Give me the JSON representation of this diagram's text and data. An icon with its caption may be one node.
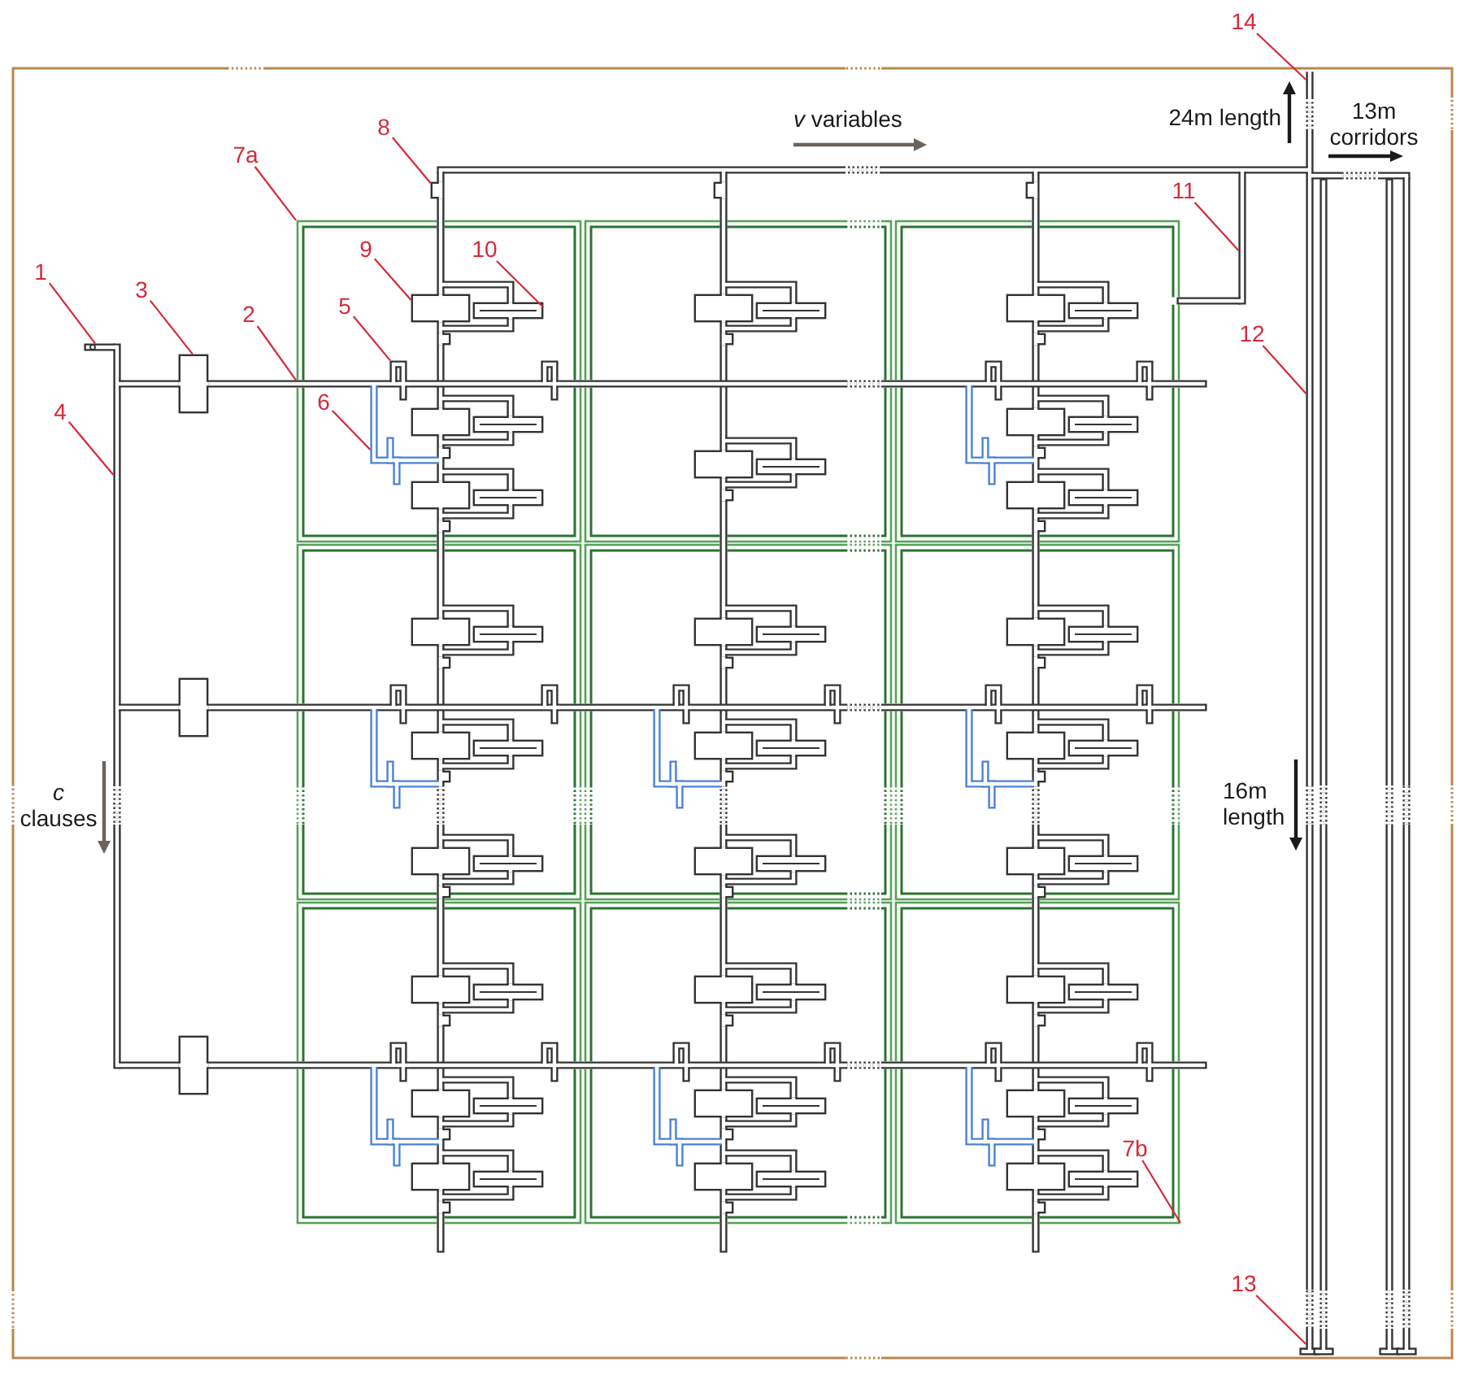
{
  "diagram": {
    "nodes": [
      {
        "text": [
          "14"
        ]
      },
      {
        "text": [],
        "shape": "bar"
      },
      {
        "text": [
          "8"
        ]
      },
      {
        "text": [
          "7a"
        ]
      },
      {
        "text": [],
        "shape": "bar"
      },
      {
        "text": [],
        "shape": "bar"
      },
      {
        "text": [],
        "shape": "bar"
      },
      {
        "text": [],
        "shape": "bar"
      },
      {
        "text": [],
        "shape": "bar"
      },
      {
        "text": [],
        "shape": "bar"
      },
      {
        "text": [],
        "shape": "bar"
      },
      {
        "text": [],
        "shape": "bar"
      },
      {
        "text": [],
        "shape": "bar"
      },
      {
        "text": [
          "11"
        ]
      },
      {
        "text": [],
        "shape": "box"
      },
      {
        "text": [],
        "shape": "box"
      },
      {
        "text": [],
        "shape": "box"
      },
      {
        "text": [
          "9"
        ],
        "in": 14
      },
      {
        "text": [
          "10"
        ],
        "in": 14
      },
      {
        "text": [],
        "shape": "picture",
        "in": 14
      },
      {
        "text": [],
        "shape": "picture",
        "in": 15
      },
      {
        "text": [],
        "shape": "picture",
        "in": 16
      },
      {
        "text": [
          "1"
        ]
      },
      {
        "text": [],
        "shape": "bar"
      },
      {
        "text": [
          "3"
        ]
      },
      {
        "text": [
          "5"
        ],
        "in": 14
      },
      {
        "text": [
          "2"
        ]
      },
      {
        "text": [
          "12"
        ]
      },
      {
        "text": [],
        "shape": "bar"
      },
      {
        "text": [],
        "shape": "bar"
      },
      {
        "text": [],
        "shape": "box"
      },
      {
        "text": [],
        "shape": "picture",
        "in": 14
      },
      {
        "text": [],
        "shape": "picture",
        "in": 14
      },
      {
        "text": [],
        "shape": "picture",
        "in": 16
      },
      {
        "text": [],
        "shape": "picture",
        "in": 16
      },
      {
        "text": [],
        "shape": "bar"
      },
      {
        "text": [],
        "shape": "picture",
        "in": 14
      },
      {
        "text": [],
        "shape": "picture",
        "in": 14
      },
      {
        "text": [
          "6"
        ],
        "in": 14
      },
      {
        "text": [
          "4"
        ]
      },
      {
        "text": [],
        "shape": "picture",
        "in": 16
      },
      {
        "text": [],
        "shape": "picture",
        "in": 16
      },
      {
        "text": [],
        "shape": "picture",
        "in": 15
      },
      {
        "text": [],
        "shape": "picture",
        "in": 14
      },
      {
        "text": [],
        "shape": "picture",
        "in": 16
      },
      {
        "text": [],
        "shape": "box"
      },
      {
        "text": [],
        "shape": "box"
      },
      {
        "text": [],
        "shape": "box"
      },
      {
        "text": [],
        "shape": "picture",
        "in": 45
      },
      {
        "text": [],
        "shape": "picture",
        "in": 46
      },
      {
        "text": [],
        "shape": "picture",
        "in": 47
      },
      {
        "text": [],
        "shape": "box"
      },
      {
        "text": [],
        "shape": "picture",
        "in": 45
      },
      {
        "text": [],
        "shape": "picture",
        "in": 45
      },
      {
        "text": [],
        "shape": "picture",
        "in": 46
      },
      {
        "text": [],
        "shape": "picture",
        "in": 46
      },
      {
        "text": [],
        "shape": "picture",
        "in": 47
      },
      {
        "text": [],
        "shape": "picture",
        "in": 47
      },
      {
        "text": [],
        "shape": "bar"
      },
      {
        "text": [],
        "shape": "picture",
        "in": 45
      },
      {
        "text": [],
        "shape": "picture",
        "in": 46
      },
      {
        "text": [],
        "shape": "picture",
        "in": 47
      },
      {
        "text": [],
        "shape": "picture",
        "in": 45
      },
      {
        "text": [],
        "shape": "picture",
        "in": 46
      },
      {
        "text": [],
        "shape": "picture",
        "in": 47
      },
      {
        "text": [],
        "shape": "picture",
        "in": 45
      },
      {
        "text": [],
        "shape": "picture",
        "in": 46
      },
      {
        "text": [],
        "shape": "picture",
        "in": 47
      },
      {
        "text": [],
        "shape": "box"
      },
      {
        "text": [],
        "shape": "box"
      },
      {
        "text": [],
        "shape": "box"
      },
      {
        "text": [],
        "shape": "picture",
        "in": 68
      },
      {
        "text": [],
        "shape": "picture",
        "in": 69
      },
      {
        "text": [],
        "shape": "picture",
        "in": 70
      },
      {
        "text": [],
        "shape": "box"
      },
      {
        "text": [],
        "shape": "picture",
        "in": 68
      },
      {
        "text": [],
        "shape": "picture",
        "in": 68
      },
      {
        "text": [],
        "shape": "picture",
        "in": 69
      },
      {
        "text": [],
        "shape": "picture",
        "in": 69
      },
      {
        "text": [],
        "shape": "picture",
        "in": 70
      },
      {
        "text": [],
        "shape": "picture",
        "in": 70
      },
      {
        "text": [],
        "shape": "bar"
      },
      {
        "text": [],
        "shape": "picture",
        "in": 68
      },
      {
        "text": [],
        "shape": "picture",
        "in": 69
      },
      {
        "text": [],
        "shape": "picture",
        "in": 70
      },
      {
        "text": [],
        "shape": "picture",
        "in": 68
      },
      {
        "text": [],
        "shape": "picture",
        "in": 69
      },
      {
        "text": [],
        "shape": "picture",
        "in": 70
      },
      {
        "text": [
          "7b"
        ],
        "in": 70
      },
      {
        "text": [],
        "shape": "picture",
        "in": 68
      },
      {
        "text": [],
        "shape": "picture",
        "in": 69
      },
      {
        "text": [],
        "shape": "picture",
        "in": 70
      },
      {
        "text": [
          "13"
        ]
      }
    ],
    "edges": [
      {
        "from": 0,
        "to": 1,
        "arrow": "none"
      },
      {
        "from": 2,
        "to": 5,
        "arrow": "none"
      },
      {
        "from": 3,
        "to": 14,
        "arrow": "none"
      },
      {
        "from": 13,
        "to": 8,
        "arrow": "none"
      },
      {
        "from": 17,
        "to": 19,
        "arrow": "none"
      },
      {
        "from": 18,
        "to": 19,
        "arrow": "none"
      },
      {
        "from": 22,
        "to": 29,
        "arrow": "none"
      },
      {
        "from": 24,
        "to": 30,
        "arrow": "none"
      },
      {
        "from": 25,
        "to": 31,
        "arrow": "none"
      },
      {
        "from": 26,
        "to": 35,
        "arrow": "none"
      },
      {
        "from": 27,
        "to": 1,
        "arrow": "none"
      },
      {
        "from": 38,
        "to": 37,
        "arrow": "none"
      },
      {
        "from": 39,
        "to": 28,
        "arrow": "none"
      },
      {
        "from": 88,
        "to": 70,
        "arrow": "none"
      },
      {
        "from": 92,
        "to": 1,
        "arrow": "none"
      }
    ],
    "labels": [
      "*v* variables",
      "24m length",
      "13m corridors",
      "*c* clauses",
      "16m length"
    ]
  }
}
